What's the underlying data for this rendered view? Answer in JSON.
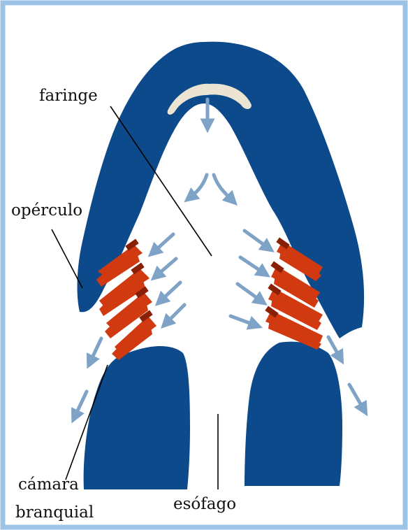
{
  "labels": {
    "pharynx": "faringe",
    "operculum": "opérculo",
    "gill_chamber_line1": "cámara",
    "gill_chamber_line2": "branquial",
    "esophagus": "esófago"
  },
  "colors": {
    "border": "#9dc3e6",
    "body_blue": "#0d4a8c",
    "mouth_beige": "#ece4d2",
    "gill_red": "#d13a10",
    "gill_dark": "#8a1f08",
    "arrow_blue": "#7fa3c6",
    "leader_line": "#000000"
  },
  "icons": {
    "water_flow": "arrow-icon",
    "gill_filament": "gill-icon"
  }
}
